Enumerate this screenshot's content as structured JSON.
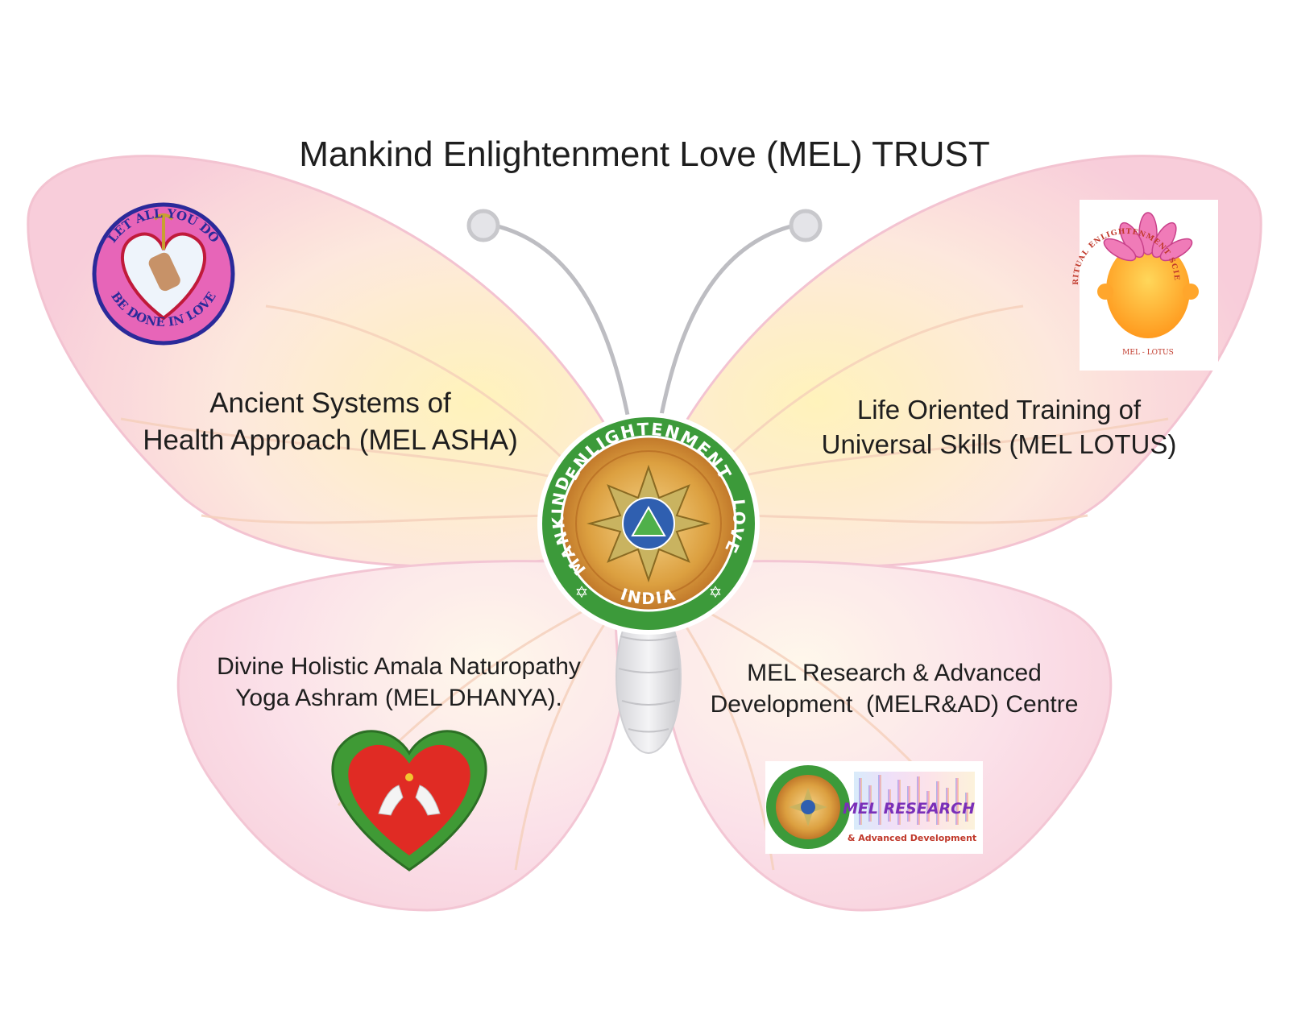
{
  "title": "Mankind Enlightenment Love (MEL) TRUST",
  "asha": {
    "lines": [
      "Ancient Systems of",
      "Health Approach (MEL ASHA)"
    ],
    "logo_text": {
      "top": "LET ALL YOU DO",
      "bottom": "BE DONE IN LOVE"
    }
  },
  "lotus": {
    "lines": [
      "Life Oriented Training of",
      "Universal Skills (MEL LOTUS)"
    ],
    "logo_text": {
      "top": "SPIRITUAL ENLIGHTENMENT SCIENCE",
      "bottom": "MEL - LOTUS"
    }
  },
  "dhanya": {
    "lines": [
      "Divine Holistic Amala Naturopathy",
      "Yoga Ashram (MEL DHANYA)."
    ]
  },
  "research": {
    "lines": [
      "MEL Research & Advanced",
      "Development  (MELR&AD) Centre"
    ],
    "logo_title": "MEL RESEARCH",
    "logo_sub": "& Advanced Development"
  },
  "seal": {
    "top": "ENLIGHTENMENT",
    "left": "MANKIND",
    "right": "LOVE",
    "bottom": "INDIA"
  },
  "colors": {
    "wing_pink": "#f6c9d7",
    "wing_yellow": "#fff1b8",
    "seal_green": "#3c9a3a",
    "seal_gold": "#d89a2e",
    "asha_border": "#2a2a9a",
    "dhanya_red": "#e02b24"
  }
}
